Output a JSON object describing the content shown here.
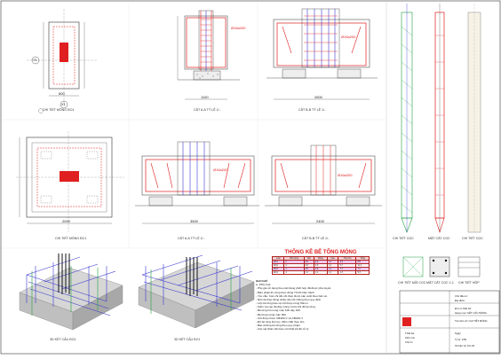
{
  "views": {
    "chi_tiet_mong_d1": "CHI TIẾT MÓNG ĐC4",
    "mat_cat_1_top": "CẮT A-A TỶ LỆ 1/..",
    "mat_cat_2_top": "CẮT B-B TỶ LỆ 1/..",
    "chi_tiet_mong_d2": "CHI TIẾT MÓNG ĐC1",
    "mat_cat_1_mid": "CẮT A-A TỶ LỆ 1/..",
    "mat_cat_2_mid": "CẮT B-B TỶ LỆ 1/..",
    "iso_1": "3D KẾT CẤU ĐC4",
    "iso_2": "3D KẾT CẤU ĐC1",
    "coc_1": "CHI TIẾT CỌC",
    "coc_2": "MẶT CẮT CỌC",
    "coc_3": "CHI TIẾT CỌC",
    "coc_4": "CHI TIẾT MŨI CỌC",
    "coc_5": "MẶT CẮT CỌC 1-1",
    "coc_6": "CHI TIẾT HỘP"
  },
  "axis": {
    "y1": "Y1",
    "x1": "X1"
  },
  "dims": {
    "d_600": "600",
    "d_1100": "1100",
    "d_2000": "2000",
    "d_2600": "2600",
    "d_3500": "3500",
    "d_2400": "2400"
  },
  "rebar_tag": "Ø16a200",
  "table": {
    "title": "THỐNG KÊ BÊ TÔNG MÓNG",
    "headers": [
      "Loại",
      "Số lượng",
      "Dài",
      "Rộng",
      "Cao",
      "Thể tích",
      "Tổng"
    ],
    "rows": [
      [
        "ĐC1",
        "2",
        "2.0",
        "2.0",
        "1.1",
        "4.4",
        "8.8"
      ],
      [
        "ĐC2",
        "2",
        "2.6",
        "2.0",
        "1.1",
        "5.7",
        "11.4"
      ],
      [
        "ĐC3",
        "1",
        "3.5",
        "2.0",
        "1.1",
        "7.7",
        "7.7"
      ],
      [
        "ĐC4",
        "4",
        "1.1",
        "1.1",
        "1.1",
        "1.3",
        "5.3"
      ]
    ]
  },
  "notes": {
    "heading": "GHI CHÚ",
    "sub": "A. PHỤ GIA",
    "lines": [
      "- Phụ gia sử dụng theo kết bảng phối hợp đã được phê duyệt.",
      "- Biện pháp thi công theo đúng TCVN hiện hành.",
      "- Yêu cầu: Các chi tiết cốt thép được sản xuất theo bản vẽ.",
      "- Nối cốt thép đúng chiều dài nối chồng theo quy định.",
      "- Lớp bê tông bảo vệ cốt thép móng 50mm.",
      "- Kiểm tra cao độ đáy móng trước khi đổ bê tông.",
      "- Bê tông lót móng mác 100 dày 100.",
      "- Bê tông móng mác 300.",
      "- Cốt thép nhóm CB300-V và CB240-T.",
      "- Đổ bê tông liên tục, đầm chặt theo lớp.",
      "- Bảo dưỡng bê tông theo quy phạm.",
      "- Các sai khác cần báo với thiết kế để xử lý."
    ]
  },
  "title_block": {
    "lines": [
      "Chủ đầu tư:",
      "Địa điểm:",
      "Đơn vị thiết kế:",
      "Hạng mục: KẾT CẤU MÓNG",
      "Tên bản vẽ: CHI TIẾT MÓNG",
      "Thiết kế:",
      "Kiểm tra:",
      "Chủ trì:",
      "Ngày:",
      "Tỷ lệ: 1/50",
      "Số bản vẽ: KC-04"
    ]
  },
  "colors": {
    "red": "#e02020",
    "blue": "#3a3ad0",
    "green": "#20a040",
    "gray": "#9a9a9a"
  }
}
